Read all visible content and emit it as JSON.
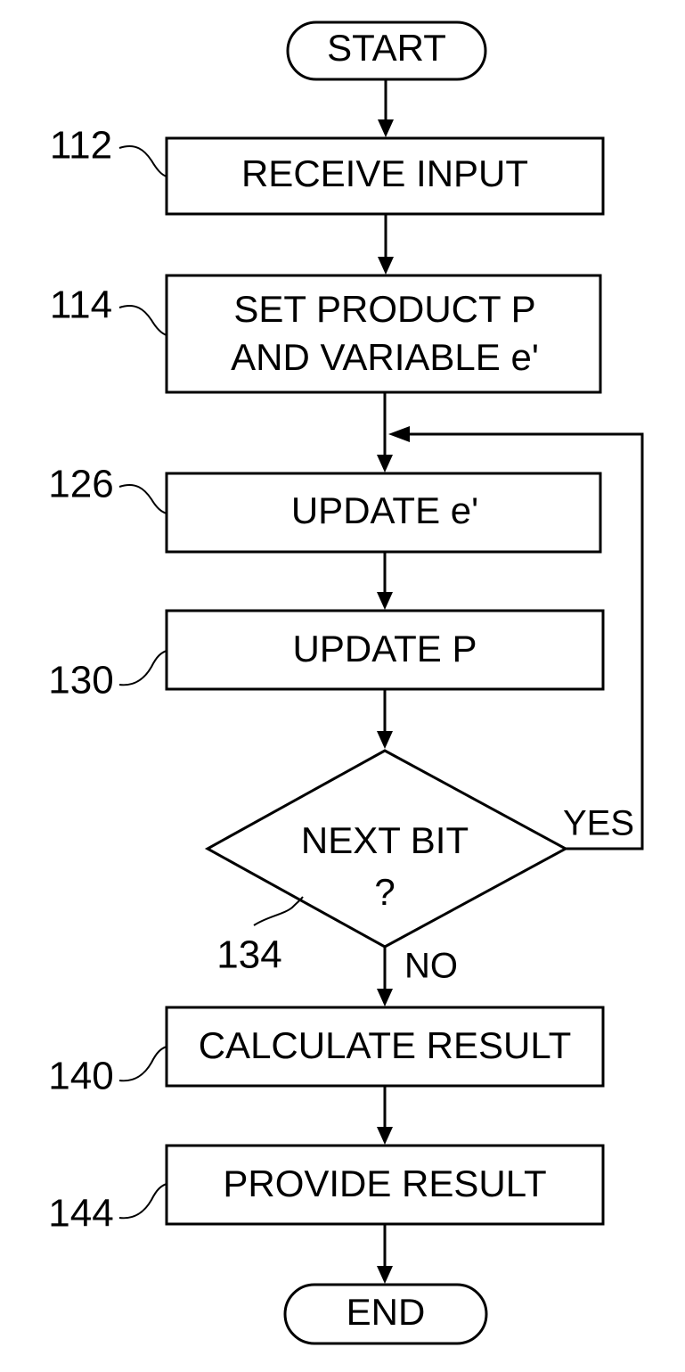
{
  "terminals": {
    "start": "START",
    "end": "END"
  },
  "steps": {
    "receive_input": {
      "ref": "112",
      "label": "RECEIVE INPUT"
    },
    "set_product": {
      "ref": "114",
      "line1": "SET PRODUCT P",
      "line2": "AND VARIABLE e'"
    },
    "update_e": {
      "ref": "126",
      "label": "UPDATE e'"
    },
    "update_p": {
      "ref": "130",
      "label": "UPDATE P"
    },
    "calculate_result": {
      "ref": "140",
      "label": "CALCULATE RESULT"
    },
    "provide_result": {
      "ref": "144",
      "label": "PROVIDE RESULT"
    }
  },
  "decision": {
    "ref": "134",
    "line1": "NEXT BIT",
    "line2": "?",
    "yes_label": "YES",
    "no_label": "NO"
  }
}
